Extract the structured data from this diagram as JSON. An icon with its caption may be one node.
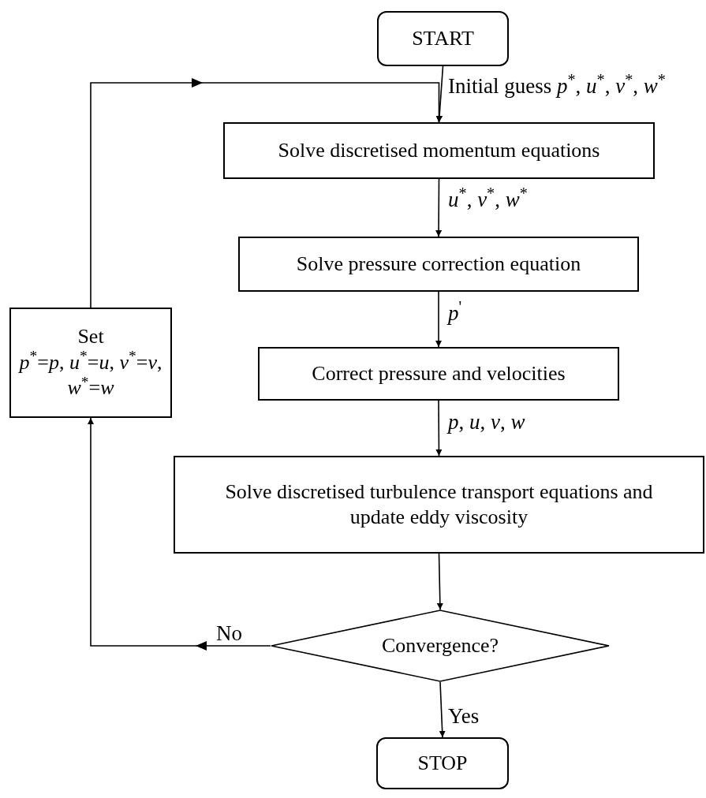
{
  "diagram": {
    "nodes": [
      {
        "text": [
          "START"
        ]
      },
      {
        "text": [
          "Solve discretised momentum equations"
        ]
      },
      {
        "text": [
          "Solve pressure correction equation"
        ]
      },
      {
        "text": [
          "Correct pressure and velocities"
        ]
      },
      {
        "text": [
          "Solve discretised turbulence transport equations and update eddy viscosity"
        ]
      },
      {
        "text": [
          "Convergence?"
        ]
      },
      {
        "text": [
          "STOP"
        ]
      },
      {
        "text": [
          "Set",
          "*p*$^{*}$=*p*, *u*$^{*}$=*u*, *v*$^{*}$=*v*, *w*$^{*}$=*w*"
        ]
      }
    ],
    "edges": [
      {
        "from": 0,
        "to": 1,
        "arrow": "to",
        "label": "Initial guess *p*$^{*}$, *u*$^{*}$, *v*$^{*}$, *w*$^{*}$"
      },
      {
        "from": 1,
        "to": 2,
        "arrow": "to",
        "label": "*u*$^{*}$, *v*$^{*}$, *w*$^{*}$"
      },
      {
        "from": 2,
        "to": 3,
        "arrow": "to",
        "label": "*p*$^{'}$"
      },
      {
        "from": 3,
        "to": 4,
        "arrow": "to",
        "label": "*p*, *u*, *v*, *w*"
      },
      {
        "from": 4,
        "to": 5,
        "arrow": "to"
      },
      {
        "from": 5,
        "to": 7,
        "arrow": "to",
        "label": "No"
      },
      {
        "from": 7,
        "to": 1,
        "arrow": "to"
      },
      {
        "from": 5,
        "to": 6,
        "arrow": "to",
        "label": "Yes"
      }
    ]
  }
}
